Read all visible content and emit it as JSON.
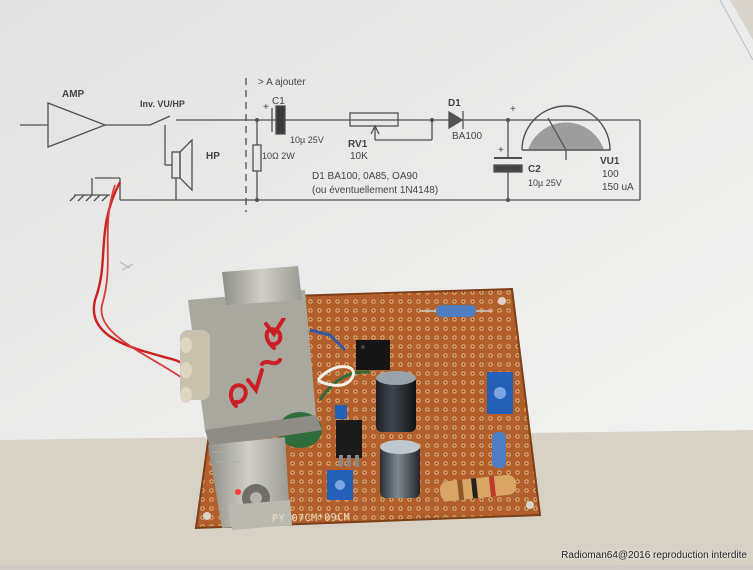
{
  "schematic": {
    "amp_label": "AMP",
    "inv_label": "Inv. VU/HP",
    "hp_label": "HP",
    "add_note": "> A ajouter",
    "c1_label": "C1",
    "c1_value": "10µ 25V",
    "r_label": "10Ω 2W",
    "rv1_label": "RV1",
    "rv1_value": "10K",
    "d1_label": "D1",
    "d1_value": "BA100",
    "c2_label": "C2",
    "c2_value": "10µ 25V",
    "vu_label": "VU1",
    "vu_value1": "100",
    "vu_value2": "150 uA",
    "d1_note_line1": "D1   BA100, 0A85, OA90",
    "d1_note_line2": "(ou éventuellement 1N4148)",
    "plus1": "+",
    "plus2": "+",
    "plus3": "+"
  },
  "board": {
    "pcb_marking": "PY     07CM*09CM",
    "transformer_handwriting": "6v~6V"
  },
  "watermark": "Radioman64@2016 reproduction interdite",
  "colors": {
    "paper": "#e9e8e6",
    "pcb": "#b8652f",
    "wire_red": "#d42a2a",
    "ink": "#4a4a4a"
  }
}
